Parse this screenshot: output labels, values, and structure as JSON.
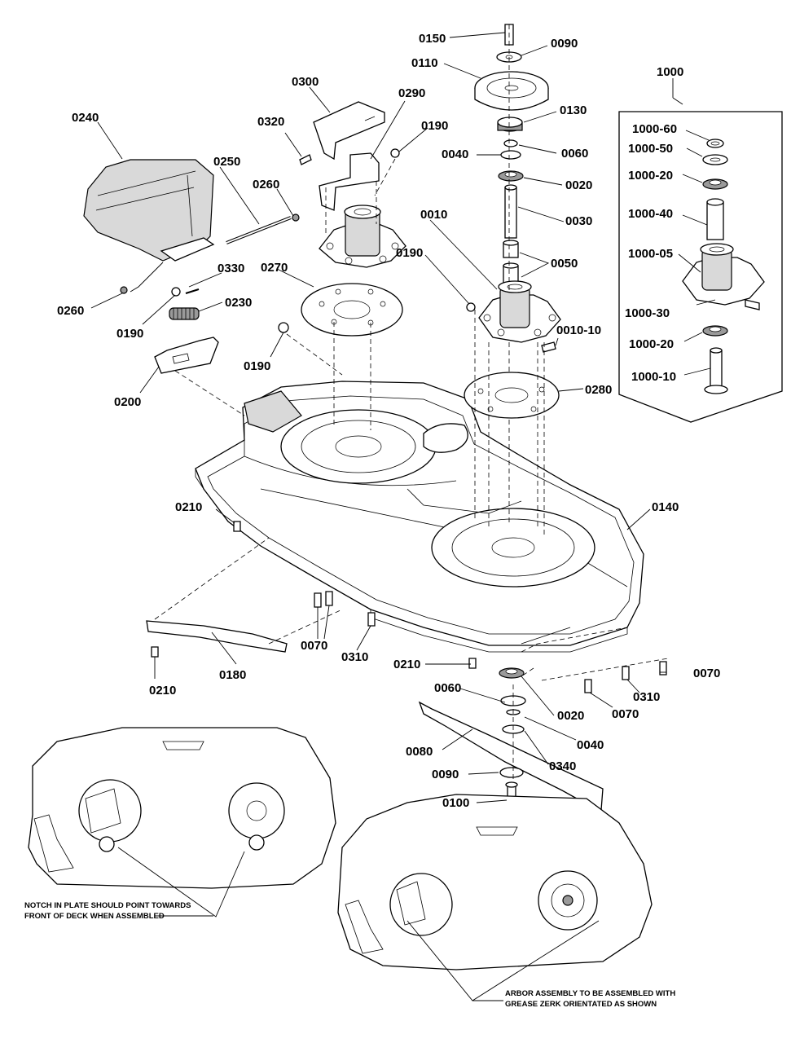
{
  "callouts": {
    "c0150": "0150",
    "c0090a": "0090",
    "c0110": "0110",
    "c0130": "0130",
    "c0040a": "0040",
    "c0060a": "0060",
    "c0020a": "0020",
    "c0030": "0030",
    "c0050": "0050",
    "c0010": "0010",
    "c0010_10": "0010-10",
    "c0280": "0280",
    "c0140": "0140",
    "c0300": "0300",
    "c0290": "0290",
    "c0320": "0320",
    "c0190a": "0190",
    "c0190b": "0190",
    "c0190c": "0190",
    "c0190d": "0190",
    "c0240": "0240",
    "c0250": "0250",
    "c0260a": "0260",
    "c0260b": "0260",
    "c0270": "0270",
    "c0330": "0330",
    "c0230": "0230",
    "c0200": "0200",
    "c0210a": "0210",
    "c0210b": "0210",
    "c0210c": "0210",
    "c0180": "0180",
    "c0070a": "0070",
    "c0070b": "0070",
    "c0070c": "0070",
    "c0310a": "0310",
    "c0310b": "0310",
    "c0060b": "0060",
    "c0020b": "0020",
    "c0040b": "0040",
    "c0080": "0080",
    "c0340": "0340",
    "c0090b": "0090",
    "c0100": "0100",
    "c1000": "1000",
    "c1000_60": "1000-60",
    "c1000_50": "1000-50",
    "c1000_20a": "1000-20",
    "c1000_40": "1000-40",
    "c1000_05": "1000-05",
    "c1000_30": "1000-30",
    "c1000_20b": "1000-20",
    "c1000_10": "1000-10"
  },
  "notes": {
    "notch_line1": "NOTCH IN PLATE SHOULD POINT TOWARDS",
    "notch_line2": "FRONT OF DECK WHEN ASSEMBLED",
    "arbor_line1": "ARBOR ASSEMBLY TO BE ASSEMBLED WITH",
    "arbor_line2": "GREASE ZERK ORIENTATED AS SHOWN"
  }
}
